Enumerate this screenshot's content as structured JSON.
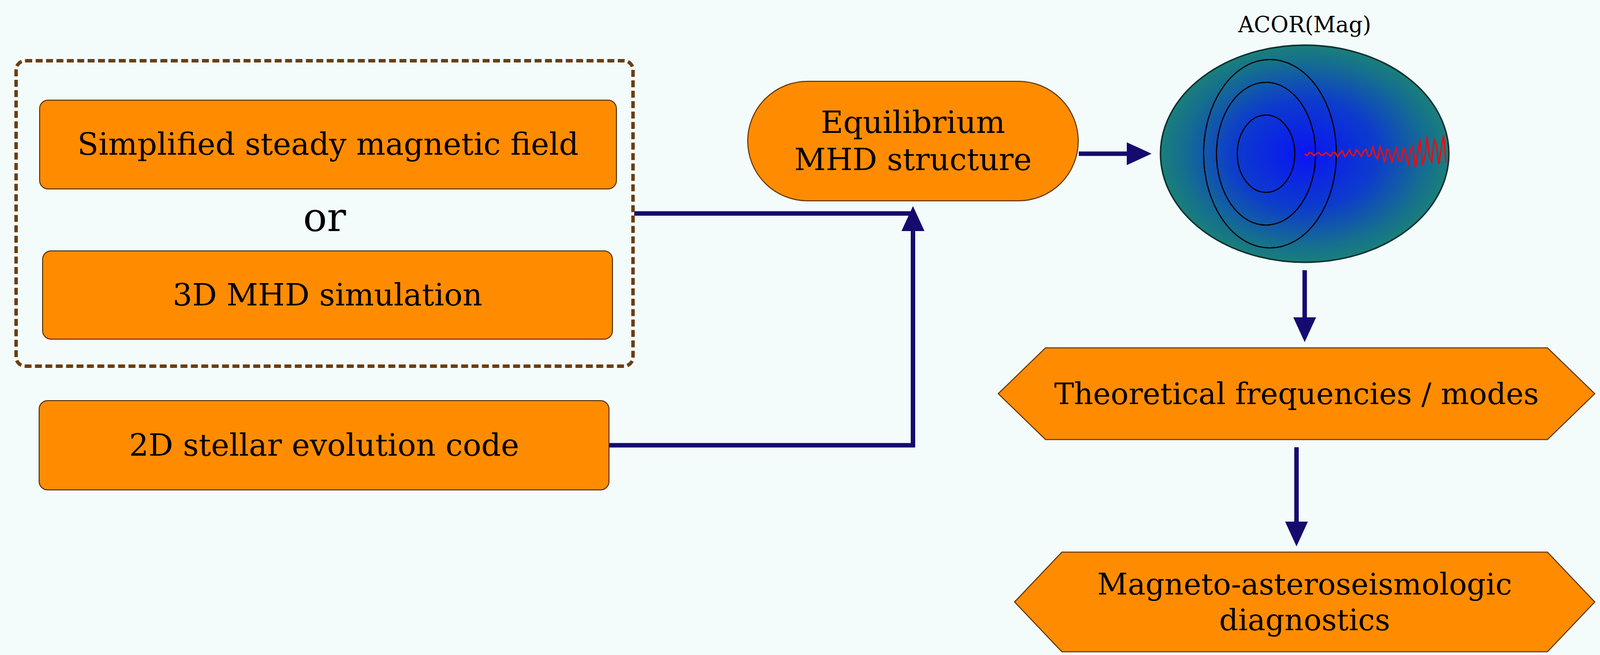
{
  "diagram": {
    "nodes": [
      {
        "text": [
          "or"
        ]
      },
      {
        "text": [
          "Simplified steady magnetic field"
        ],
        "in": 0
      },
      {
        "text": [
          "3D MHD simulation"
        ],
        "in": 0
      },
      {
        "text": [
          "2D stellar evolution code"
        ]
      },
      {
        "text": [
          "Equilibrium MHD structure"
        ]
      },
      {
        "text": [
          "ACOR(Mag)"
        ]
      },
      {
        "text": [
          "Theoretical frequencies / modes"
        ]
      },
      {
        "text": [
          "Magneto-asteroseismologic diagnostics"
        ]
      }
    ],
    "edges": [
      {
        "from": 0,
        "to": 4,
        "arrow": "to"
      },
      {
        "from": 3,
        "to": 4,
        "arrow": "to"
      },
      {
        "from": 4,
        "to": 5,
        "arrow": "to"
      },
      {
        "from": 5,
        "to": 6,
        "arrow": "to"
      },
      {
        "from": 6,
        "to": 7,
        "arrow": "to"
      }
    ]
  }
}
